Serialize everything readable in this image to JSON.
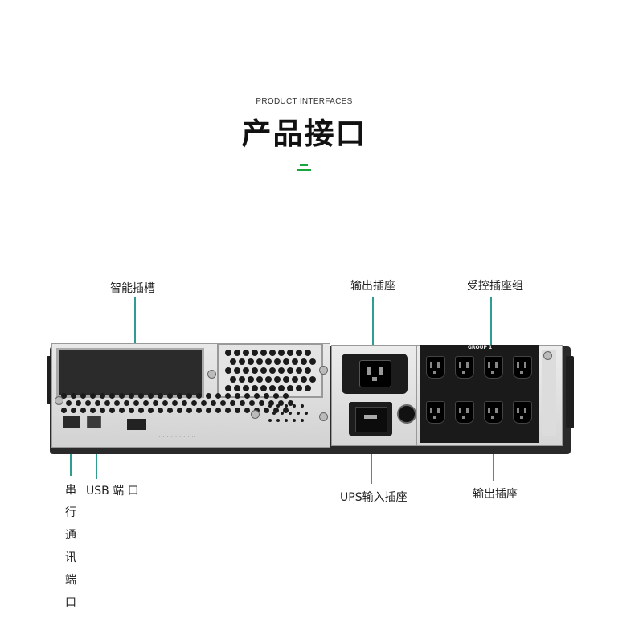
{
  "header": {
    "subtitle": "PRODUCT INTERFACES",
    "title": "产品接口",
    "accent_color": "#1aa63a"
  },
  "callouts": {
    "smart_slot": "智能插槽",
    "output_socket_top": "输出插座",
    "controlled_outlet_group": "受控插座组",
    "usb_port": "USB 端 口",
    "ups_input_socket": "UPS输入插座",
    "output_socket_bottom": "输出插座",
    "serial_port_chars": [
      "串",
      "行",
      "通",
      "讯",
      "端",
      "口"
    ]
  },
  "device": {
    "group_label": "GROUP 1",
    "line_color": "#2e9c8e"
  }
}
